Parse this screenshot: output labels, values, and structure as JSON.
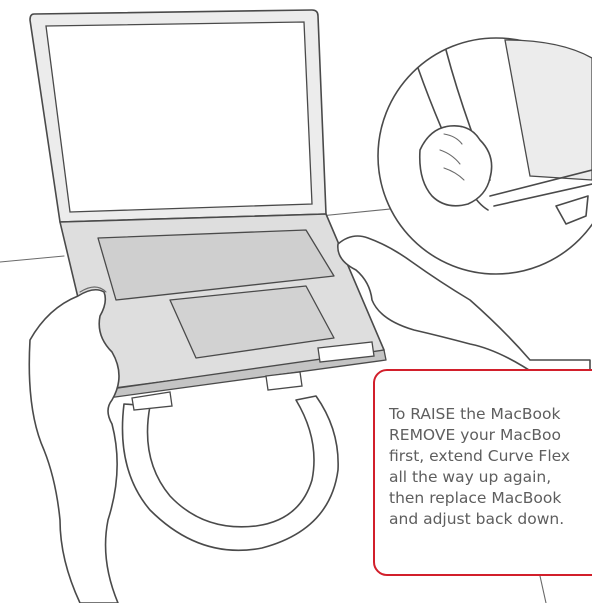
{
  "instruction": {
    "lines": [
      "To RAISE the MacBook",
      "REMOVE your MacBoo",
      "first, extend Curve Flex",
      "all the way up again,",
      "then replace MacBook",
      "and adjust back down."
    ]
  },
  "colors": {
    "accent": "#d21f2b",
    "line_art": "#4a4a4a",
    "laptop_fill": "#dedede",
    "background": "#ffffff"
  }
}
